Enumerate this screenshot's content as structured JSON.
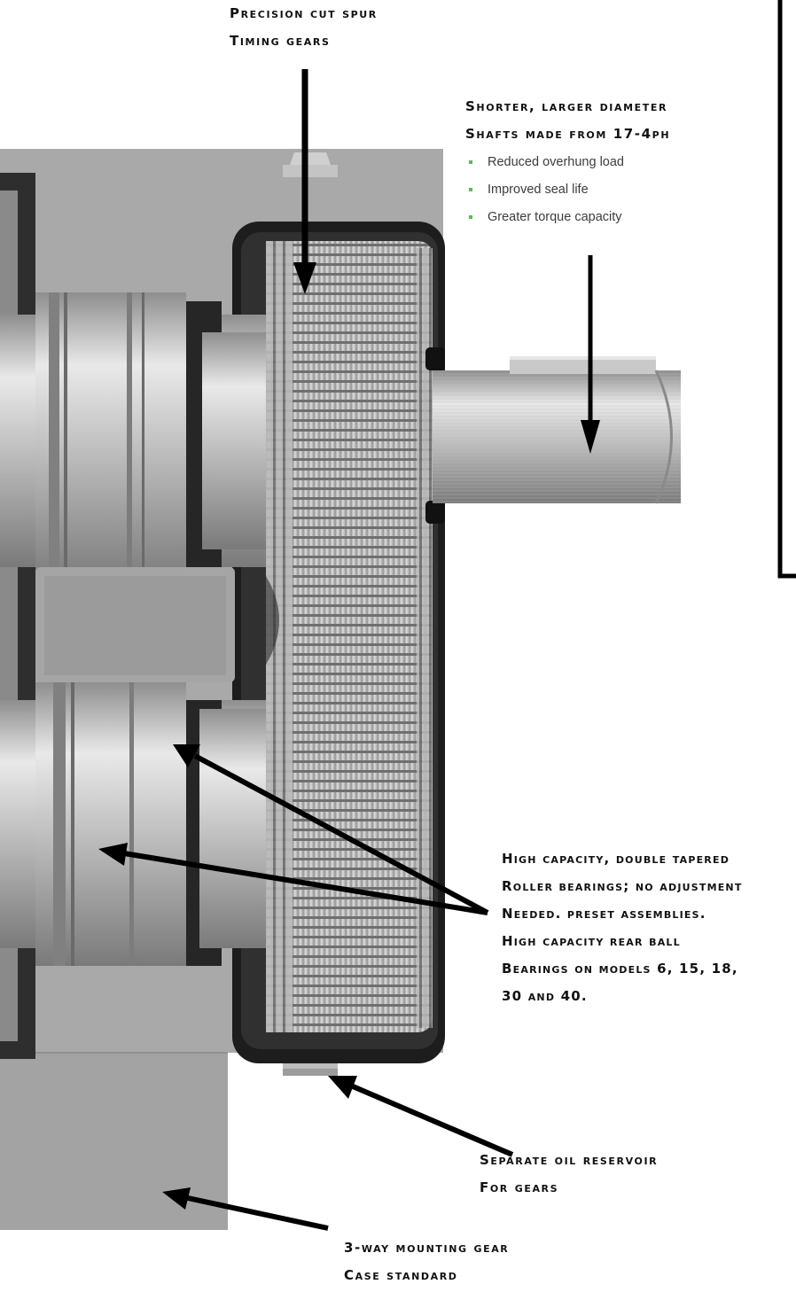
{
  "callouts": {
    "timing_gears": [
      "Precision cut spur",
      "timing gears"
    ],
    "shafts": [
      "Shorter, larger diameter",
      "shafts made from 17-4PH"
    ],
    "bearings": [
      "High capacity, double tapered",
      "roller bearings; no adjustment",
      "needed.  Preset assemblies.",
      "High capacity rear ball",
      "bearings on models 6, 15, 18,",
      "30 and 40."
    ],
    "reservoir": [
      "Separate oil reservoir",
      "for gears"
    ],
    "mounting": [
      "3-way mounting gear",
      "case standard"
    ]
  },
  "shaft_benefits": [
    "Reduced overhung load",
    "Improved seal life",
    "Greater torque capacity"
  ],
  "colors": {
    "housing": "#a8a8a8",
    "housing_shadow": "#2b2b2b",
    "steel_light": "#e6e6e6",
    "steel_dark": "#9a9a9a",
    "bullet_accent": "#5cb85c",
    "arrow": "#000000"
  }
}
